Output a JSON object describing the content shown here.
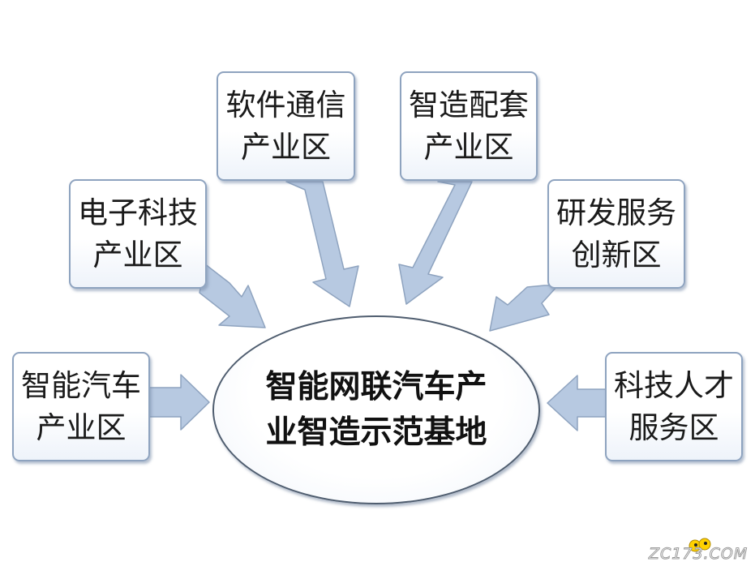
{
  "boxes": [
    {
      "id": "software-communication",
      "line1": "软件通信",
      "line2": "产业区"
    },
    {
      "id": "smart-manufacturing",
      "line1": "智造配套",
      "line2": "产业区"
    },
    {
      "id": "electronics-tech",
      "line1": "电子科技",
      "line2": "产业区"
    },
    {
      "id": "rd-services",
      "line1": "研发服务",
      "line2": "创新区"
    },
    {
      "id": "smart-auto",
      "line1": "智能汽车",
      "line2": "产业区"
    },
    {
      "id": "talent-services",
      "line1": "科技人才",
      "line2": "服务区"
    }
  ],
  "center": {
    "line1": "智能网联汽车产",
    "line2": "业智造示范基地"
  },
  "watermark": "ZC173.COM",
  "colors": {
    "arrow_fill": "#b7c9e1",
    "arrow_stroke": "#8ea3bf",
    "box_border": "#8ea3bf",
    "ellipse_border": "#4f5d6f"
  }
}
